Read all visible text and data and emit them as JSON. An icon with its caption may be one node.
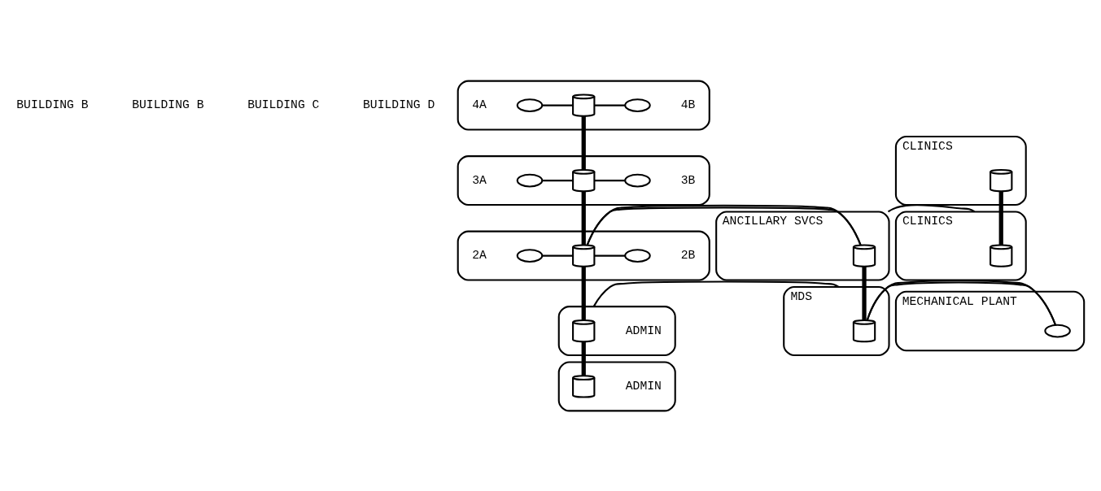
{
  "diagram": {
    "nodes": [
      {
        "text": [],
        "shape": "ellipse"
      },
      {
        "text": [],
        "shape": "ellipse",
        "beside": [
          "4A"
        ],
        "in": 0
      },
      {
        "text": [],
        "shape": "cylinder",
        "in": 0
      },
      {
        "text": [],
        "shape": "ellipse",
        "beside": [
          "4B"
        ],
        "in": 0
      },
      {
        "text": [],
        "shape": "ellipse"
      },
      {
        "text": [],
        "shape": "ellipse",
        "beside": [
          "3A"
        ],
        "in": 4
      },
      {
        "text": [],
        "shape": "cylinder",
        "in": 4
      },
      {
        "text": [],
        "shape": "ellipse",
        "beside": [
          "3B"
        ],
        "in": 4
      },
      {
        "text": [],
        "shape": "ellipse"
      },
      {
        "text": [],
        "shape": "ellipse",
        "beside": [
          "2A"
        ],
        "in": 8
      },
      {
        "text": [],
        "shape": "cylinder",
        "in": 8
      },
      {
        "text": [],
        "shape": "ellipse",
        "beside": [
          "2B"
        ],
        "in": 8
      },
      {
        "text": [],
        "shape": "ellipse"
      },
      {
        "text": [],
        "shape": "cylinder",
        "beside": [
          "ADMIN"
        ],
        "in": 12
      },
      {
        "text": [],
        "shape": "ellipse"
      },
      {
        "text": [],
        "shape": "cylinder",
        "beside": [
          "ADMIN"
        ],
        "in": 14
      },
      {
        "text": [
          "ANCILLARY SVCS"
        ]
      },
      {
        "text": [],
        "shape": "cylinder",
        "in": 16
      },
      {
        "text": [
          "MDS"
        ]
      },
      {
        "text": [],
        "shape": "cylinder",
        "in": 18
      },
      {
        "text": [
          "CLINICS"
        ]
      },
      {
        "text": [],
        "shape": "cylinder",
        "in": 20
      },
      {
        "text": [
          "CLINICS"
        ]
      },
      {
        "text": [],
        "shape": "cylinder",
        "in": 22
      },
      {
        "text": [
          "MECHANICAL PLANT"
        ]
      },
      {
        "text": [],
        "shape": "ellipse",
        "in": 24
      }
    ],
    "edges": [
      {
        "from": 1,
        "to": 2,
        "arrow": "none"
      },
      {
        "from": 2,
        "to": 3,
        "arrow": "none"
      },
      {
        "from": 5,
        "to": 6,
        "arrow": "none"
      },
      {
        "from": 6,
        "to": 7,
        "arrow": "none"
      },
      {
        "from": 9,
        "to": 10,
        "arrow": "none"
      },
      {
        "from": 10,
        "to": 11,
        "arrow": "none"
      },
      {
        "from": 2,
        "to": 6,
        "arrow": "none",
        "style": "thick"
      },
      {
        "from": 6,
        "to": 10,
        "arrow": "none",
        "style": "thick"
      },
      {
        "from": 10,
        "to": 13,
        "arrow": "none",
        "style": "thick"
      },
      {
        "from": 13,
        "to": 15,
        "arrow": "none",
        "style": "thick"
      },
      {
        "from": 8,
        "to": 16,
        "arrow": "none"
      },
      {
        "from": 12,
        "to": 18,
        "arrow": "none"
      },
      {
        "from": 17,
        "to": 19,
        "arrow": "none",
        "style": "thick"
      },
      {
        "from": 16,
        "to": 22,
        "arrow": "none"
      },
      {
        "from": 21,
        "to": 23,
        "arrow": "none",
        "style": "thick"
      },
      {
        "from": 18,
        "to": 24,
        "arrow": "none"
      }
    ],
    "labels": [
      "BUILDING B",
      "BUILDING B",
      "BUILDING C",
      "BUILDING D"
    ]
  }
}
